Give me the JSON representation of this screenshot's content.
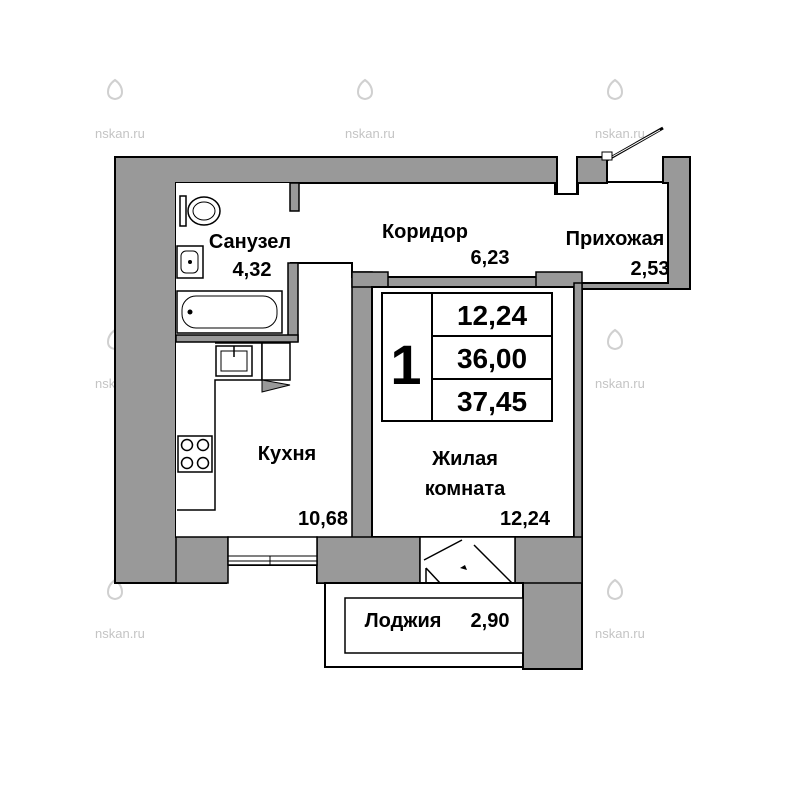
{
  "watermark": {
    "text": "nskan.ru"
  },
  "rooms": {
    "bathroom": {
      "name": "Санузел",
      "area": "4,32"
    },
    "corridor": {
      "name": "Коридор",
      "area": "6,23"
    },
    "hallway": {
      "name": "Прихожая",
      "area": "2,53"
    },
    "kitchen": {
      "name": "Кухня",
      "area": "10,68"
    },
    "living": {
      "name_line1": "Жилая",
      "name_line2": "комната",
      "area": "12,24"
    },
    "loggia": {
      "name": "Лоджия",
      "area": "2,90"
    }
  },
  "summary": {
    "rooms_count": "1",
    "living_area": "12,24",
    "total_area": "36,00",
    "total_with_loggia": "37,45"
  },
  "colors": {
    "wall": "#999999",
    "line": "#000000",
    "watermark": "#c4c4c4"
  }
}
